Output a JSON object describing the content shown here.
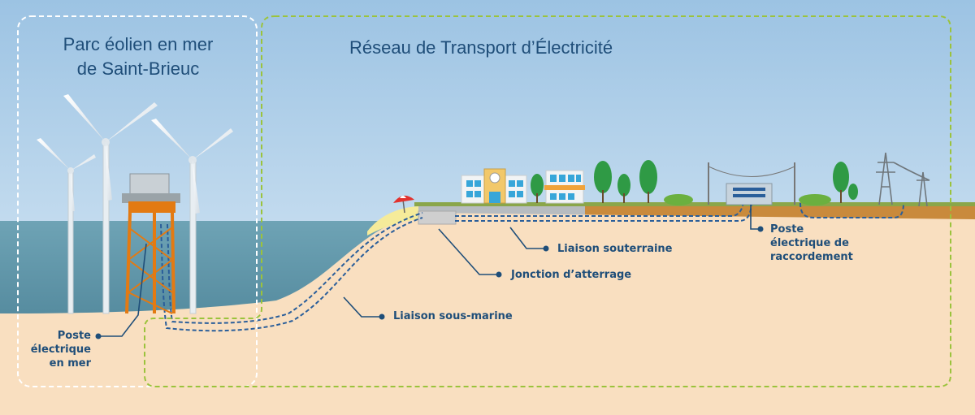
{
  "labels": {
    "offshore_park_line1": "Parc éolien en mer",
    "offshore_park_line2": "de Saint-Brieuc",
    "rte_title": "Réseau de Transport d’Électricité",
    "offshore_substation": [
      "Poste",
      "électrique",
      "en mer"
    ],
    "subsea_link": "Liaison sous-marine",
    "landing_junction": "Jonction d’atterrage",
    "underground_link": "Liaison souterraine",
    "connection_substation": [
      "Poste",
      "électrique de",
      "raccordement"
    ]
  },
  "colors": {
    "sky_top": "#9cc3e3",
    "sky_bottom": "#ddebf6",
    "sea": "#5f95a8",
    "sand": "#f9dfc0",
    "ground": "#c98a3c",
    "grass": "#7aa53c",
    "tree": "#2f9a45",
    "label_text": "#1f4e79",
    "cable": "#2a5e9a",
    "park_frame": "#ffffff",
    "rte_frame": "#9bc33c",
    "platform": "#e37a12"
  }
}
